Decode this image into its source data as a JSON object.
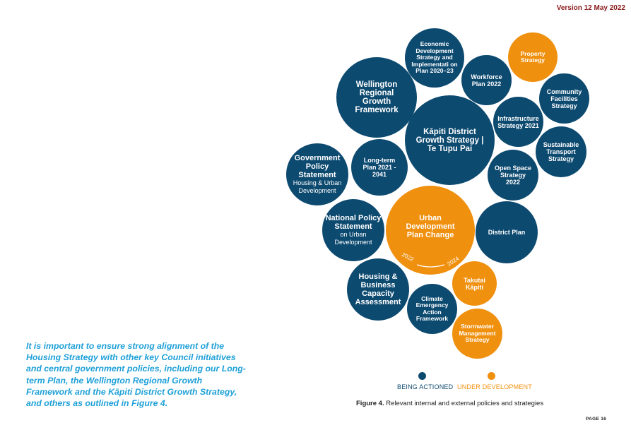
{
  "header": {
    "version": "Version 12 May 2022"
  },
  "intro_text": "It is important to ensure strong alignment of the Housing Strategy with other key Council initiatives and central government policies, including our Long-term Plan, the Wellington Regional Growth Framework and the Kāpiti District Growth Strategy, and others as outlined in Figure 4.",
  "colors": {
    "being_actioned": "#0d4a70",
    "under_development": "#f0900f",
    "intro_text": "#1ea0d8",
    "version": "#8b1a1a"
  },
  "bubbles": {
    "economic_dev": "Economic Development Strategy and Implementati on Plan 2020–23",
    "property": "Property Strategy",
    "wellington_rgf": "Wellington Regional Growth Framework",
    "workforce": "Workforce Plan 2022",
    "community_facilities": "Community Facilities Strategy",
    "kapiti_growth": "Kāpiti District Growth Strategy | Te Tupu Pai",
    "infrastructure": "Infrastructure Strategy 2021",
    "sustainable_transport": "Sustainable Transport Strategy",
    "gps_title": "Government Policy Statement",
    "gps_sub": "Housing & Urban Development",
    "ltp": "Long-term Plan 2021 - 2041",
    "open_space": "Open Space Strategy 2022",
    "nps_title": "National Policy Statement",
    "nps_sub": "on Urban Development",
    "urban_dev": "Urban Development Plan Change",
    "urban_dev_start": "2022",
    "urban_dev_end": "2024",
    "district_plan": "District Plan",
    "housing_capacity": "Housing & Business Capacity Assessment",
    "takutai": "Takutai Kāpiti",
    "climate": "Climate Emergency Action Framework",
    "stormwater": "Stormwater Management Strategy"
  },
  "legend": {
    "being_actioned": "BEING ACTIONED",
    "under_development": "UNDER DEVELOPMENT"
  },
  "caption": {
    "label": "Figure 4.",
    "text": "Relevant internal and external policies and strategies"
  },
  "page_number": "PAGE 16"
}
